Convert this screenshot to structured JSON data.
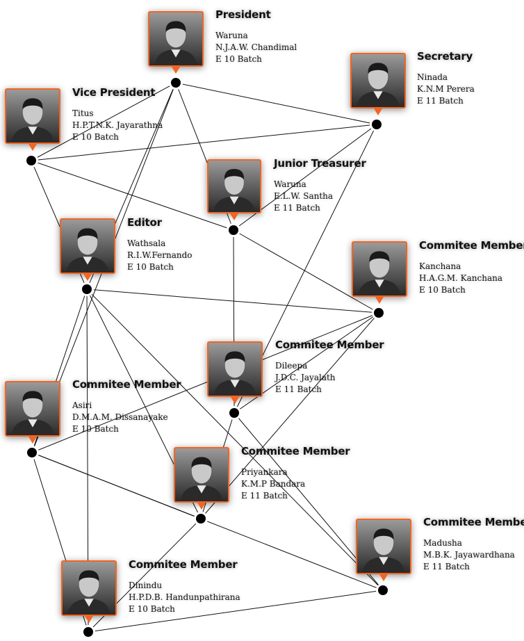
{
  "members": [
    {
      "id": "president",
      "role": "President",
      "first_name": "Waruna",
      "full_name": "N.J.A.W. Chandimal",
      "batch": "E 10 Batch"
    },
    {
      "id": "secretary",
      "role": "Secretary",
      "first_name": "Ninada",
      "full_name": "K.N.M Perera",
      "batch": "E 11 Batch"
    },
    {
      "id": "vice-president",
      "role": "Vice President",
      "first_name": "Titus",
      "full_name": "H.P.T.N.K. Jayarathna",
      "batch": "E 10 Batch"
    },
    {
      "id": "junior-treasurer",
      "role": "Junior Treasurer",
      "first_name": "Waruna",
      "full_name": "E.L.W. Santha",
      "batch": "E 11 Batch"
    },
    {
      "id": "editor",
      "role": "Editor",
      "first_name": "Wathsala",
      "full_name": "R.I.W.Fernando",
      "batch": "E 10 Batch"
    },
    {
      "id": "kanchana",
      "role": "Commitee Member",
      "first_name": "Kanchana",
      "full_name": "H.A.G.M. Kanchana",
      "batch": "E 10 Batch"
    },
    {
      "id": "dileepa",
      "role": "Commitee Member",
      "first_name": "Dileepa",
      "full_name": "J.D.C. Jayalath",
      "batch": "E 11 Batch"
    },
    {
      "id": "asiri",
      "role": "Commitee Member",
      "first_name": "Asiri",
      "full_name": "D.M.A.M. Dissanayake",
      "batch": "E 10 Batch"
    },
    {
      "id": "priyankara",
      "role": "Commitee Member",
      "first_name": "Priyankara",
      "full_name": "K.M.P Bandara",
      "batch": "E 11 Batch"
    },
    {
      "id": "madusha",
      "role": "Commitee Member",
      "first_name": "Madusha",
      "full_name": "M.B.K. Jayawardhana",
      "batch": "E 11 Batch"
    },
    {
      "id": "dinindu",
      "role": "Commitee Member",
      "first_name": "Dinindu",
      "full_name": "H.P.D.B. Handunpathirana",
      "batch": "E 10 Batch"
    }
  ],
  "connections": [
    [
      "president",
      "secretary"
    ],
    [
      "president",
      "vice-president"
    ],
    [
      "president",
      "junior-treasurer"
    ],
    [
      "president",
      "editor"
    ],
    [
      "president",
      "asiri"
    ],
    [
      "secretary",
      "vice-president"
    ],
    [
      "secretary",
      "junior-treasurer"
    ],
    [
      "secretary",
      "dileepa"
    ],
    [
      "vice-president",
      "editor"
    ],
    [
      "vice-president",
      "junior-treasurer"
    ],
    [
      "junior-treasurer",
      "dileepa"
    ],
    [
      "junior-treasurer",
      "kanchana"
    ],
    [
      "editor",
      "kanchana"
    ],
    [
      "editor",
      "asiri"
    ],
    [
      "editor",
      "priyankara"
    ],
    [
      "editor",
      "dinindu"
    ],
    [
      "editor",
      "madusha"
    ],
    [
      "kanchana",
      "dileepa"
    ],
    [
      "kanchana",
      "asiri"
    ],
    [
      "kanchana",
      "priyankara"
    ],
    [
      "dileepa",
      "priyankara"
    ],
    [
      "dileepa",
      "madusha"
    ],
    [
      "asiri",
      "priyankara"
    ],
    [
      "asiri",
      "dinindu"
    ],
    [
      "asiri",
      "madusha"
    ],
    [
      "priyankara",
      "dinindu"
    ],
    [
      "dinindu",
      "madusha"
    ]
  ],
  "colors": {
    "accent": "#f26522",
    "node": "#000000",
    "edge": "#111111"
  }
}
